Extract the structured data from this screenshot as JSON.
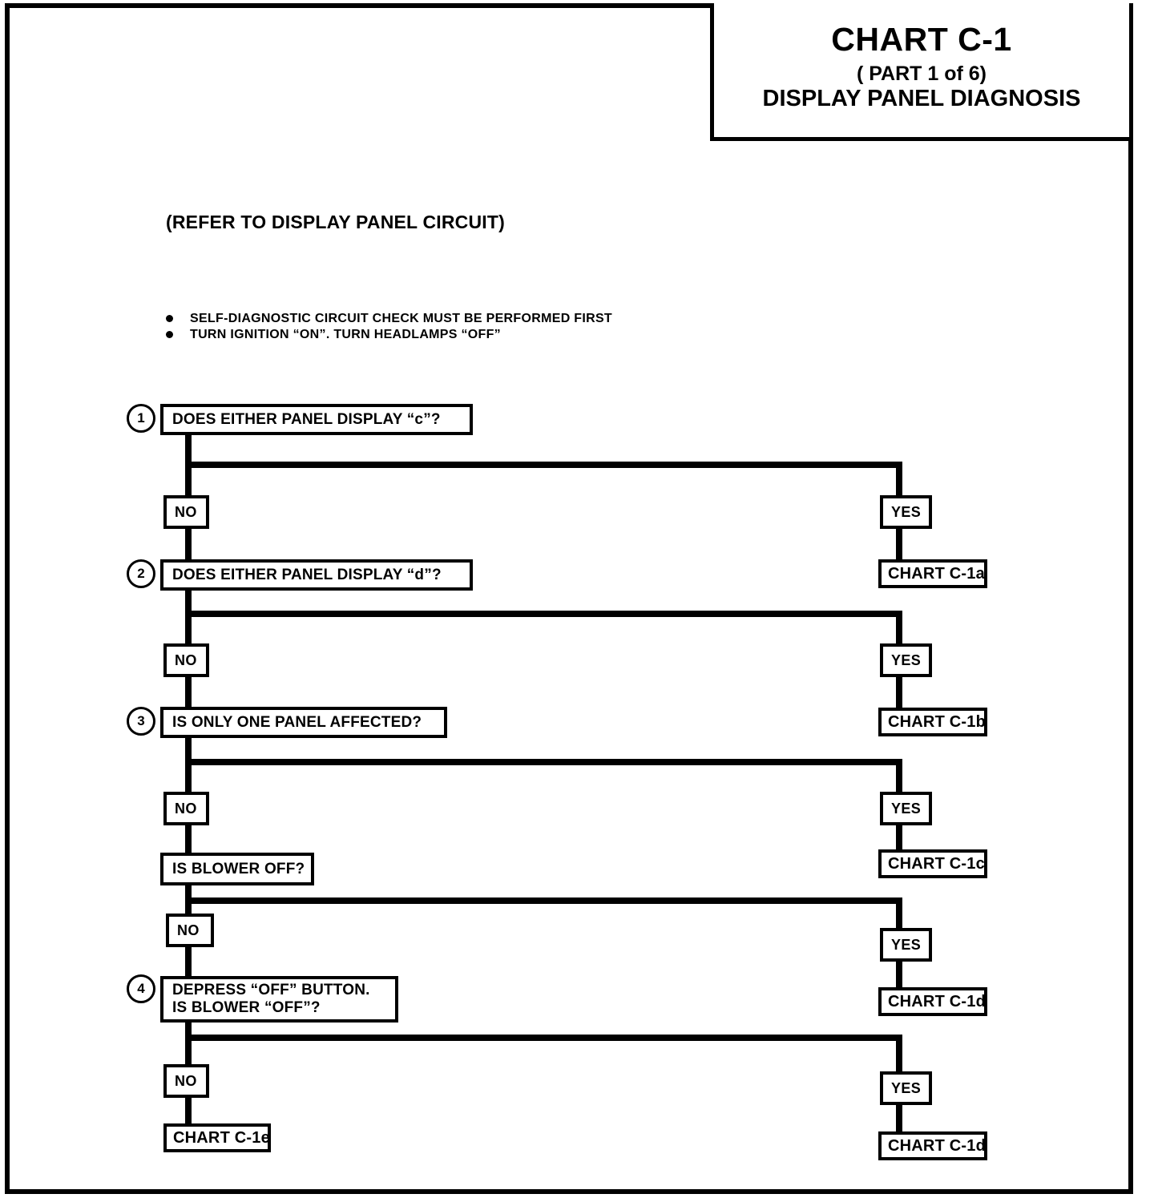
{
  "title": {
    "chart": "CHART C-1",
    "part": "( PART 1 of 6)",
    "subject": "DISPLAY PANEL DIAGNOSIS"
  },
  "notes": {
    "refer": "(REFER TO DISPLAY PANEL CIRCUIT)",
    "bullets": [
      "SELF-DIAGNOSTIC CIRCUIT CHECK MUST BE PERFORMED FIRST",
      "TURN IGNITION “ON”.  TURN HEADLAMPS “OFF”"
    ]
  },
  "labels": {
    "no": "NO",
    "yes": "YES"
  },
  "steps": [
    {
      "number": "1",
      "question": "DOES EITHER PANEL DISPLAY “c”?",
      "no_label": "NO",
      "yes_label": "YES",
      "yes_target": "CHART C-1a"
    },
    {
      "number": "2",
      "question": "DOES EITHER PANEL DISPLAY “d”?",
      "no_label": "NO",
      "yes_label": "YES",
      "yes_target": "CHART C-1b"
    },
    {
      "number": "3",
      "question": "IS ONLY ONE PANEL AFFECTED?",
      "no_label": "NO",
      "yes_label": "YES",
      "yes_target": "CHART C-1c"
    },
    {
      "number": "",
      "question": "IS BLOWER OFF?",
      "no_label": "NO",
      "yes_label": "YES",
      "yes_target": "CHART C-1d"
    },
    {
      "number": "4",
      "question_line1": "DEPRESS “OFF” BUTTON.",
      "question_line2": "IS BLOWER “OFF”?",
      "no_label": "NO",
      "yes_label": "YES",
      "yes_target": "CHART C-1d",
      "no_target": "CHART C-1e"
    }
  ],
  "colors": {
    "ink": "#000000",
    "paper": "#ffffff"
  }
}
